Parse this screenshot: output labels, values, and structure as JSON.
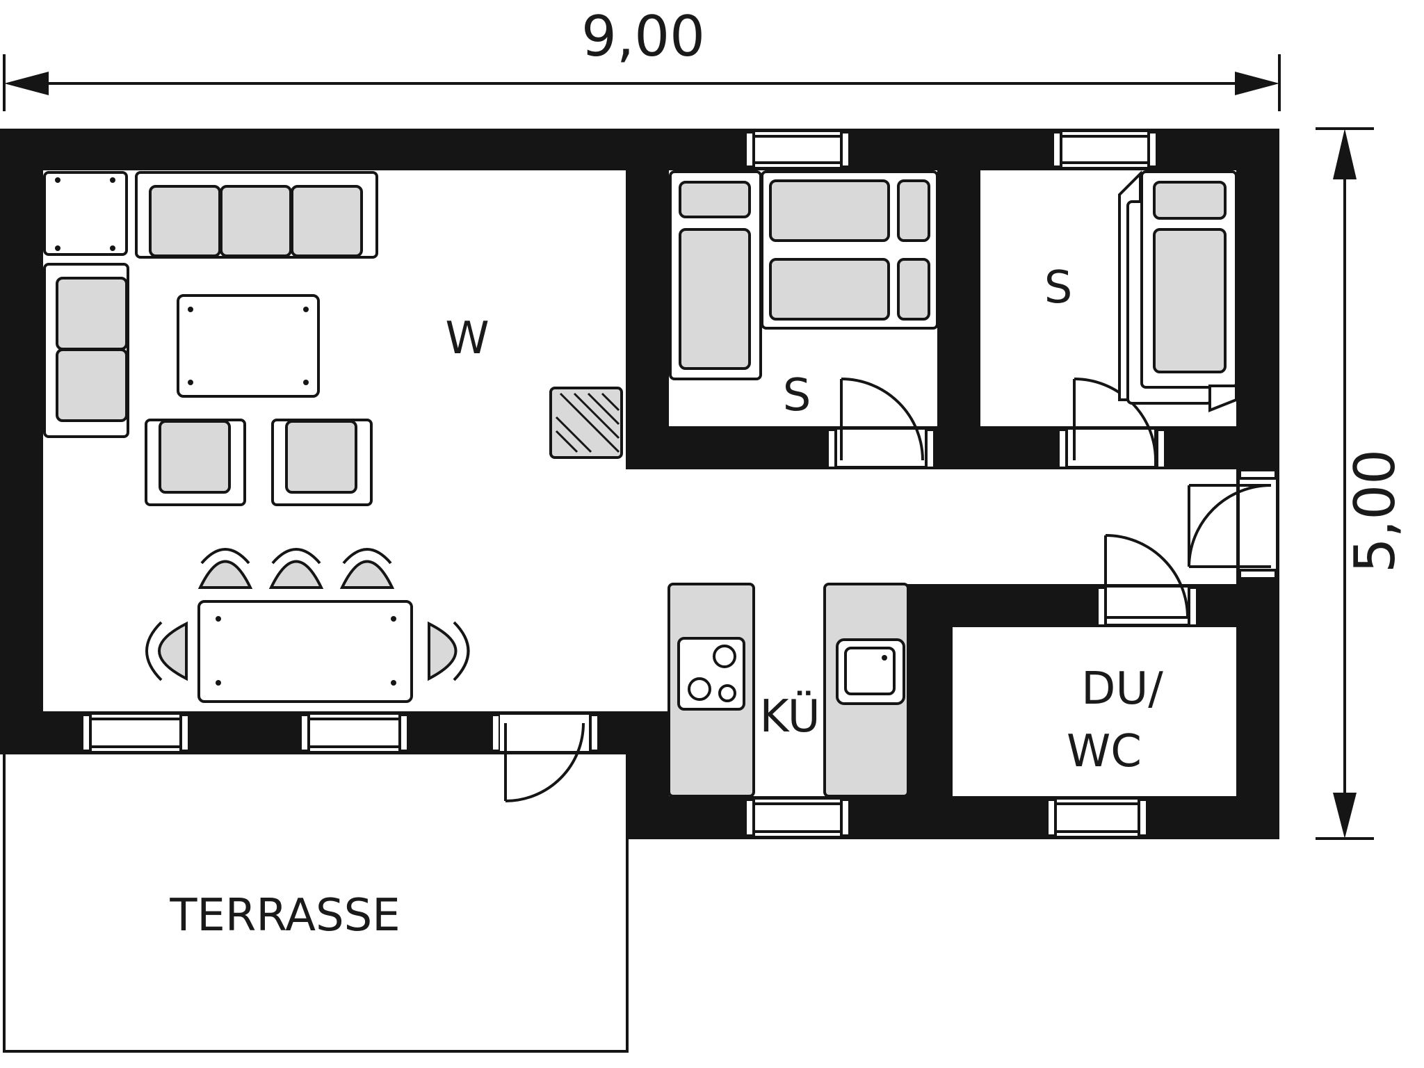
{
  "dimensions": {
    "width_label": "9,00",
    "height_label": "5,00"
  },
  "rooms": {
    "living": "W",
    "bedroom_1": "S",
    "bedroom_2": "S",
    "kitchen": "KÜ",
    "bathroom_line1": "DU/",
    "bathroom_line2": "WC",
    "terrace": "TERRASSE"
  },
  "colors": {
    "wall": "#151515",
    "furniture_fill": "#d9d9d9",
    "background": "#ffffff"
  }
}
